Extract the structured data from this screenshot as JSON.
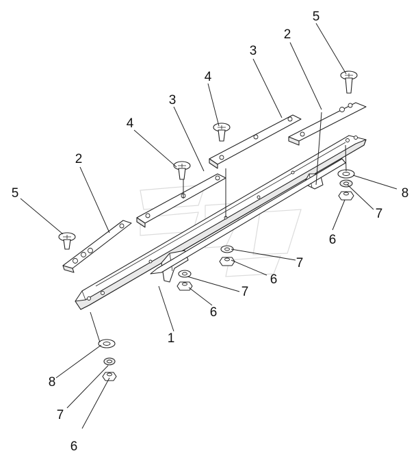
{
  "callouts": [
    {
      "id": "c1",
      "text": "1"
    },
    {
      "id": "c2a",
      "text": "2"
    },
    {
      "id": "c2b",
      "text": "2"
    },
    {
      "id": "c3a",
      "text": "3"
    },
    {
      "id": "c3b",
      "text": "3"
    },
    {
      "id": "c4a",
      "text": "4"
    },
    {
      "id": "c4b",
      "text": "4"
    },
    {
      "id": "c5a",
      "text": "5"
    },
    {
      "id": "c5b",
      "text": "5"
    },
    {
      "id": "c6a",
      "text": "6"
    },
    {
      "id": "c6b",
      "text": "6"
    },
    {
      "id": "c6c",
      "text": "6"
    },
    {
      "id": "c6d",
      "text": "6"
    },
    {
      "id": "c7a",
      "text": "7"
    },
    {
      "id": "c7b",
      "text": "7"
    },
    {
      "id": "c7c",
      "text": "7"
    },
    {
      "id": "c7d",
      "text": "7"
    },
    {
      "id": "c8a",
      "text": "8"
    },
    {
      "id": "c8b",
      "text": "8"
    }
  ]
}
